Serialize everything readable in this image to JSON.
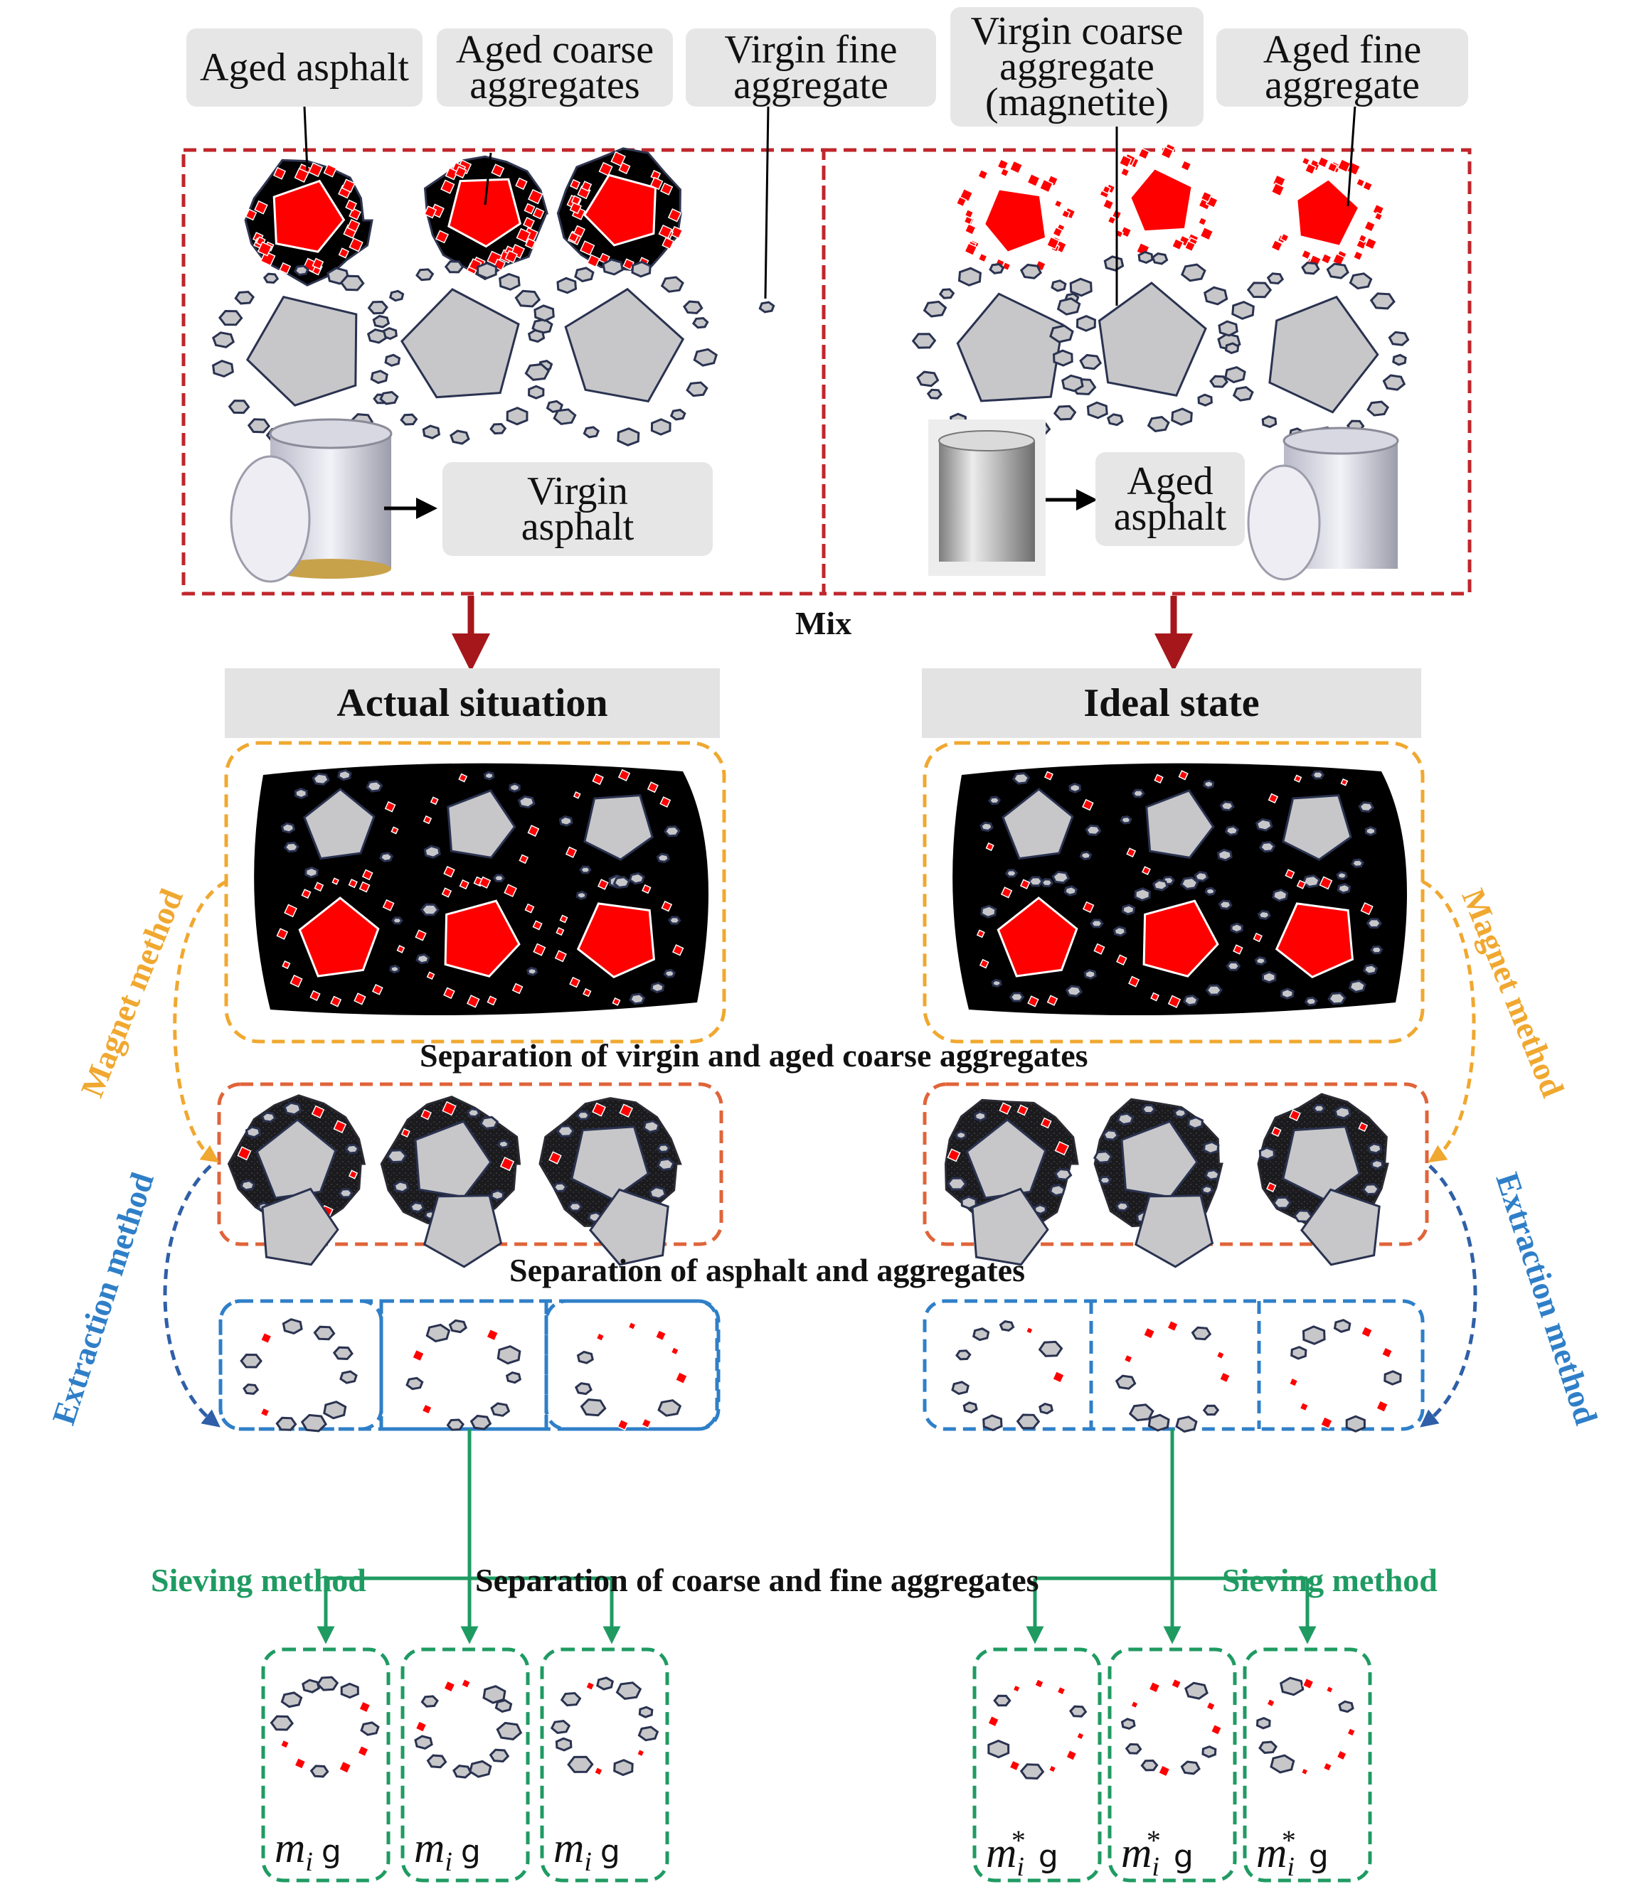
{
  "labels": {
    "aged_asphalt": "Aged asphalt",
    "aged_coarse_1": "Aged coarse",
    "aged_coarse_2": "aggregates",
    "virgin_fine_1": "Virgin fine",
    "virgin_fine_2": "aggregate",
    "virgin_coarse_1": "Virgin coarse",
    "virgin_coarse_2": "aggregate",
    "virgin_coarse_3": "(magnetite)",
    "aged_fine_1": "Aged fine",
    "aged_fine_2": "aggregate",
    "virgin_asphalt_1": "Virgin",
    "virgin_asphalt_2": "asphalt",
    "aged_asphalt_can_1": "Aged",
    "aged_asphalt_can_2": "asphalt"
  },
  "mix_label": "Mix",
  "headers": {
    "left": "Actual situation",
    "right": "Ideal state"
  },
  "captions": {
    "step1": "Separation of virgin and aged coarse aggregates",
    "step2": "Separation of asphalt and aggregates",
    "step3": "Separation of coarse and fine aggregates"
  },
  "methods": {
    "magnet": "Magnet method",
    "extraction": "Extraction method",
    "sieving": "Sieving method"
  },
  "mass": {
    "symbol": "m",
    "subscript": "i",
    "star": "*",
    "unit": "g"
  },
  "colors": {
    "red_frame": "#c0262b",
    "orange": "#f0a830",
    "rust": "#e0643a",
    "blue": "#2f7fc8",
    "green": "#1f9b62",
    "aggregate_gray": "#c7c7c9",
    "aggregate_outline": "#2a3250",
    "aged_red": "#ff0000",
    "asphalt_black": "#000000",
    "arrow_dark_red": "#a6171c"
  }
}
